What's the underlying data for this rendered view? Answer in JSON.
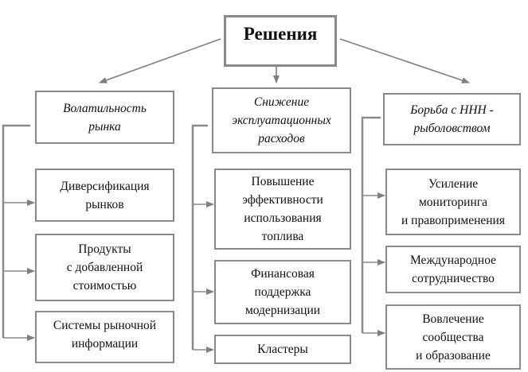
{
  "diagram": {
    "root": {
      "label": "Решения"
    },
    "branches": [
      {
        "title_lines": [
          "Волатильность",
          "рынка"
        ],
        "children": [
          {
            "lines": [
              "Диверсификация",
              "рынков"
            ]
          },
          {
            "lines": [
              "Продукты",
              "с добавленной",
              "стоимостью"
            ]
          },
          {
            "lines": [
              "Системы рыночной",
              "информации"
            ]
          }
        ]
      },
      {
        "title_lines": [
          "Снижение",
          "эксплуатационных",
          "расходов"
        ],
        "children": [
          {
            "lines": [
              "Повышение",
              "эффективности",
              "использования",
              "топлива"
            ]
          },
          {
            "lines": [
              "Финансовая",
              "поддержка",
              "модернизации"
            ]
          },
          {
            "lines": [
              "Кластеры"
            ]
          }
        ]
      },
      {
        "title_lines": [
          "Борьба с ННН -",
          "рыболовством"
        ],
        "children": [
          {
            "lines": [
              "Усиление",
              "мониторинга",
              "и правоприменения"
            ]
          },
          {
            "lines": [
              "Международное",
              "сотрудничество"
            ]
          },
          {
            "lines": [
              "Вовлечение",
              "сообщества",
              "и образование"
            ]
          }
        ]
      }
    ],
    "colors": {
      "border": "#8a8a8a",
      "connector": "#7f7f7f",
      "text": "#111111"
    }
  }
}
